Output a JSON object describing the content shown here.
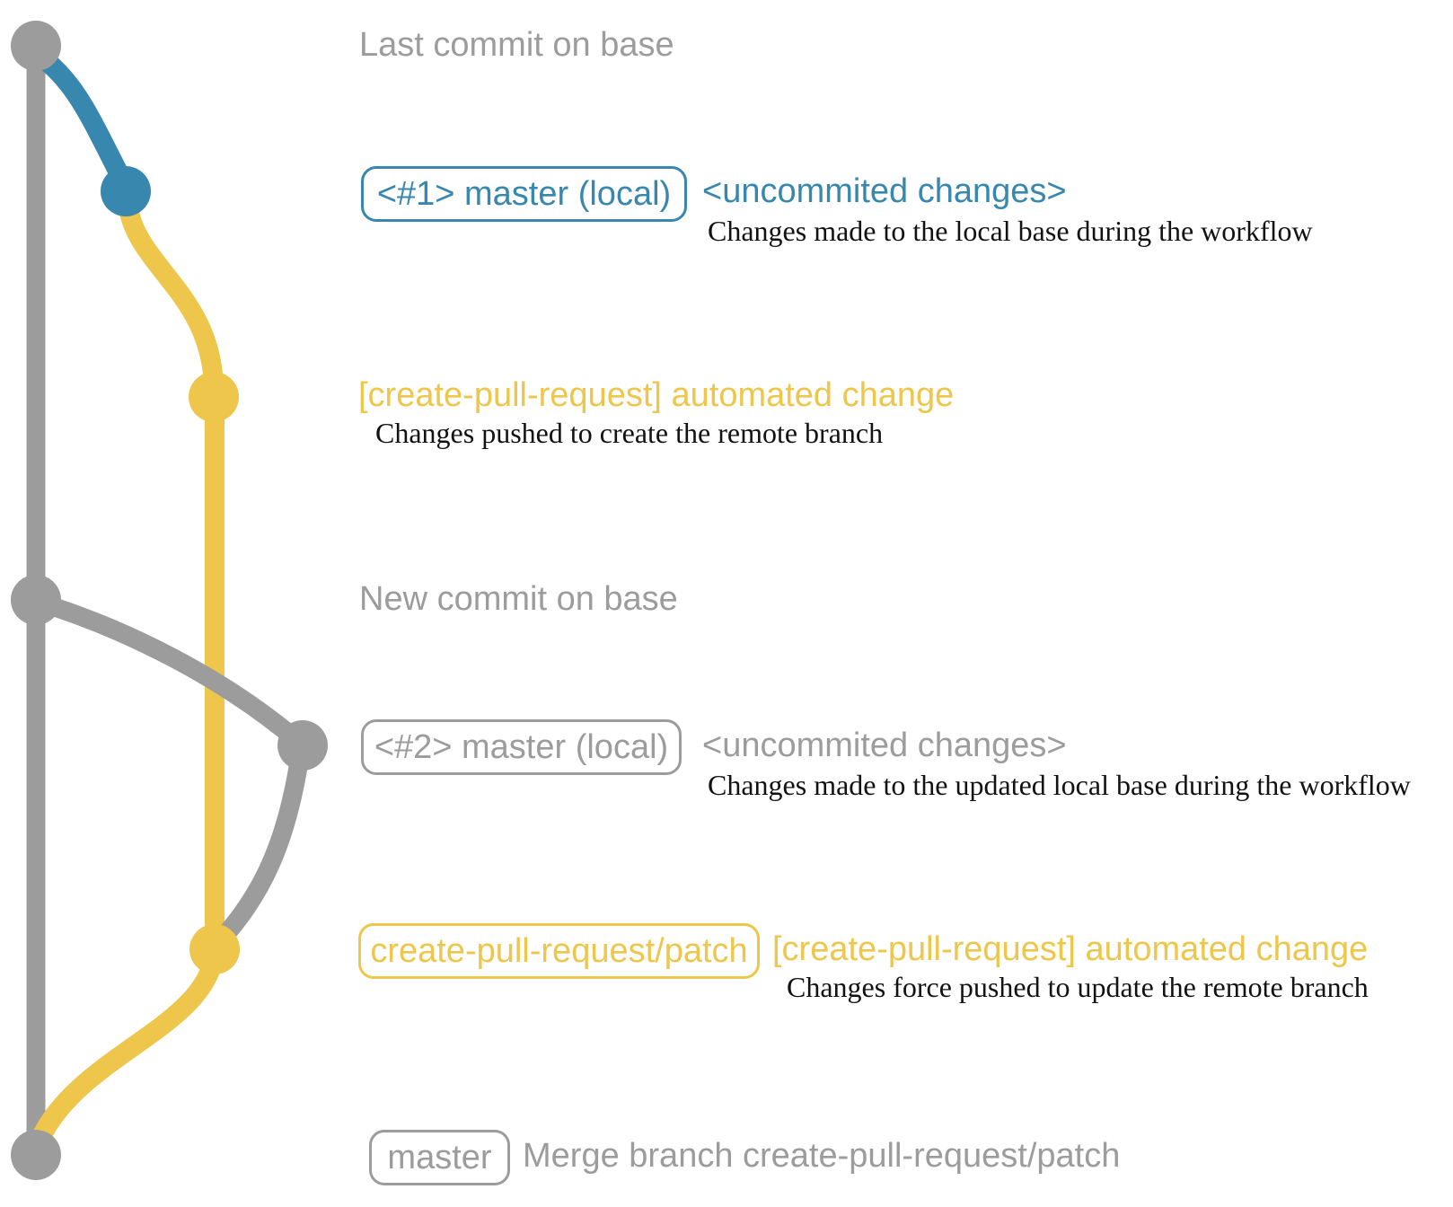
{
  "colors": {
    "gray": "#9c9c9c",
    "blue": "#3787ae",
    "yellow": "#edc64b",
    "ink": "#121212"
  },
  "graph": {
    "branches": [
      {
        "name": "base",
        "color_key": "gray"
      },
      {
        "name": "master-local",
        "color_key": "blue"
      },
      {
        "name": "create-pull-request-patch",
        "color_key": "yellow"
      }
    ],
    "commit_nodes": [
      {
        "id": "base-last-commit",
        "color_key": "gray"
      },
      {
        "id": "master-local-1-uncommitted",
        "color_key": "blue"
      },
      {
        "id": "patch-first-push",
        "color_key": "yellow"
      },
      {
        "id": "base-new-commit",
        "color_key": "gray"
      },
      {
        "id": "master-local-2-uncommitted",
        "color_key": "gray"
      },
      {
        "id": "patch-force-push",
        "color_key": "yellow"
      },
      {
        "id": "base-merge-commit",
        "color_key": "gray"
      }
    ]
  },
  "annotations": {
    "row1": {
      "label": "Last commit on base"
    },
    "row2": {
      "badge": "<#1> master (local)",
      "message": "<uncommited changes>",
      "description": "Changes made to the local base during the workflow"
    },
    "row3": {
      "message": "[create-pull-request] automated change",
      "description": "Changes pushed to create the remote branch"
    },
    "row4": {
      "label": "New commit on base"
    },
    "row5": {
      "badge": "<#2> master (local)",
      "message": "<uncommited changes>",
      "description": "Changes made to the updated local base during the workflow"
    },
    "row6": {
      "badge": "create-pull-request/patch",
      "message": "[create-pull-request] automated change",
      "description": "Changes force pushed to update the remote branch"
    },
    "row7": {
      "badge": "master",
      "message": "Merge branch create-pull-request/patch"
    }
  }
}
